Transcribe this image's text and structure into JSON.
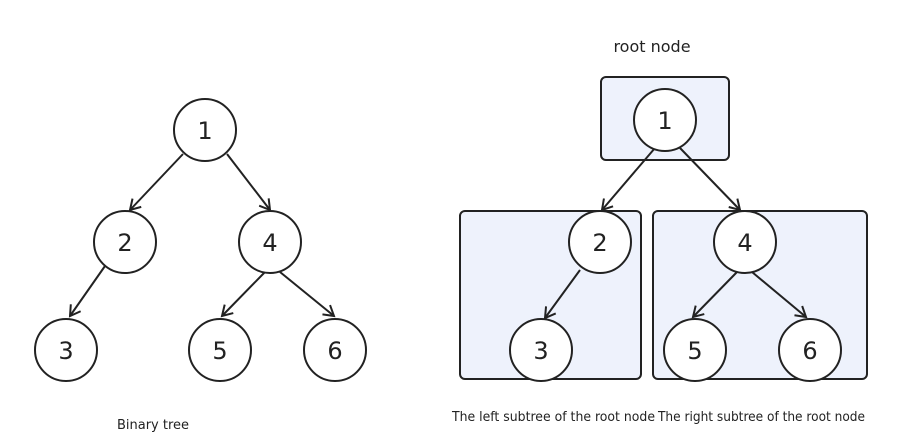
{
  "left_diagram": {
    "caption": "Binary tree",
    "nodes": {
      "n1": "1",
      "n2": "2",
      "n4": "4",
      "n3": "3",
      "n5": "5",
      "n6": "6"
    }
  },
  "right_diagram": {
    "root_caption": "root node",
    "left_subtree_caption": "The left subtree of the root node",
    "right_subtree_caption": "The right subtree of the root node",
    "nodes": {
      "n1": "1",
      "n2": "2",
      "n4": "4",
      "n3": "3",
      "n5": "5",
      "n6": "6"
    }
  },
  "colors": {
    "stroke": "#222222",
    "box_fill": "#eef2fc",
    "node_fill": "#ffffff"
  }
}
